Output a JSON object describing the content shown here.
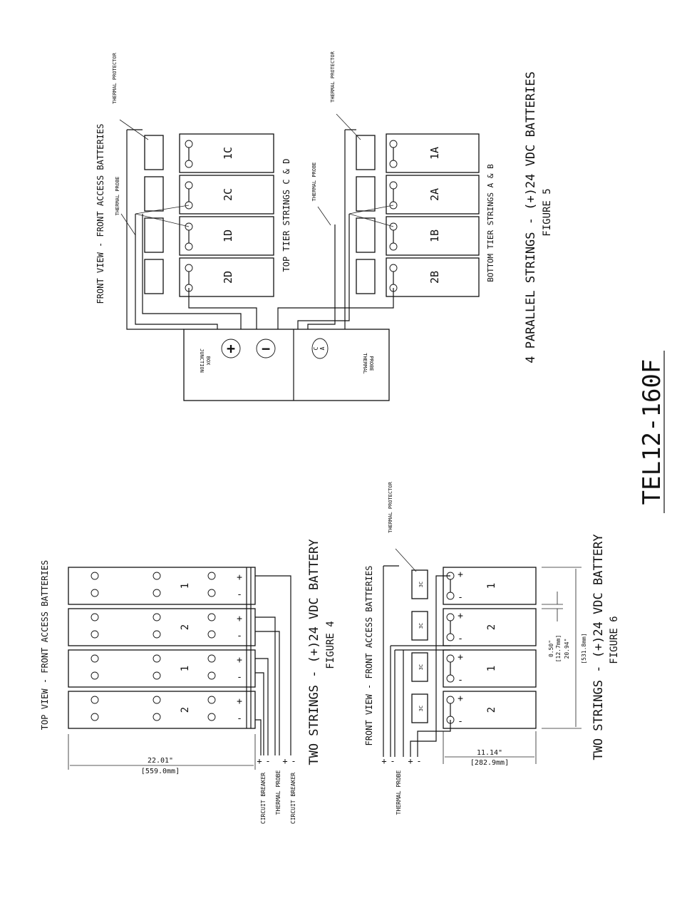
{
  "model": "TEL12-160F",
  "fig5": {
    "front_view": "FRONT VIEW - FRONT ACCESS BATTERIES",
    "thermal_protector_a": "THERMAL PROTECTOR",
    "thermal_protector_b": "THERMAL PROTECTOR",
    "thermal_probe_a": "THERMAL PROBE",
    "thermal_probe_b": "THERMAL PROBE",
    "top_tier": "TOP TIER STRINGS C & D",
    "bottom_tier": "BOTTOM TIER STRINGS A & B",
    "top_labels": [
      "1C",
      "2C",
      "1D",
      "2D"
    ],
    "bottom_labels": [
      "1A",
      "2A",
      "1B",
      "2B"
    ],
    "junction_box": [
      "JUNCTION",
      "BOX"
    ],
    "thermal_probe_box": [
      "THERMAL",
      "PROBE"
    ],
    "plus": "+",
    "minus": "−",
    "ca": [
      "C",
      "A"
    ],
    "title": "4 PARALLEL STRINGS - (+)24 VDC BATTERIES",
    "figure": "FIGURE 5"
  },
  "fig4": {
    "top_view": "TOP VIEW - FRONT ACCESS BATTERIES",
    "labels": [
      "1",
      "2",
      "1",
      "2"
    ],
    "dim": "22.01\"",
    "dim_mm": "[559.0mm]",
    "circuit_breaker_1": "CIRCUIT BREAKER",
    "thermal_probe": "THERMAL PROBE",
    "circuit_breaker_2": "CIRCUIT BREAKER",
    "title": "TWO STRINGS - (+)24 VDC BATTERY",
    "figure": "FIGURE 4"
  },
  "fig6": {
    "front_view": "FRONT VIEW - FRONT ACCESS BATTERIES",
    "thermal_protector": "THERMAL PROTECTOR",
    "thermal_probe": "THERMAL PROBE",
    "labels": [
      "1",
      "2",
      "1",
      "2"
    ],
    "dim_width": "11.14\"",
    "dim_width_mm": "[282.9mm]",
    "dim_gap": "0.50\"",
    "dim_gap_mm": "[12.7mm]",
    "dim_height": "20.94\"",
    "dim_height_mm": "[531.8mm]",
    "title": "TWO STRINGS - (+)24 VDC BATTERY",
    "figure": "FIGURE 6"
  },
  "small": {
    "plus": "+",
    "minus": "-",
    "c3": "3C"
  }
}
